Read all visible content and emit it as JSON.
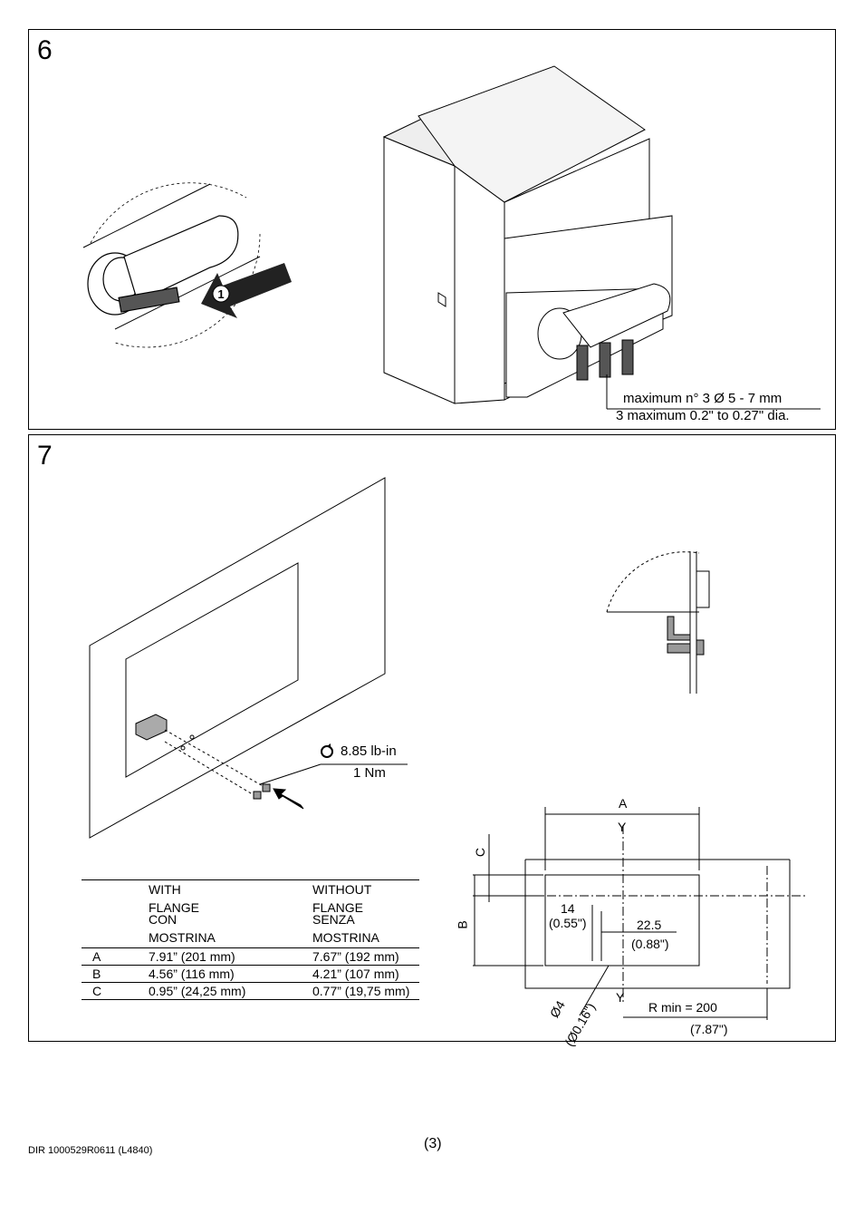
{
  "step6": {
    "number": "6",
    "callout_marker": "1",
    "cable_note_line1": "maximum n° 3 Ø 5 - 7 mm",
    "cable_note_line2": "3 maximum 0.2\" to 0.27\" dia."
  },
  "step7": {
    "number": "7",
    "torque_lbin": "8.85 lb-in",
    "torque_nm": "1 Nm",
    "table": {
      "header_with": [
        "WITH",
        "FLANGE",
        "CON",
        "MOSTRINA"
      ],
      "header_without": [
        "WITHOUT",
        "FLANGE",
        "SENZA",
        "MOSTRINA"
      ],
      "rows": [
        {
          "label": "A",
          "with": "7.91” (201 mm)",
          "without": "7.67” (192 mm)"
        },
        {
          "label": "B",
          "with": "4.56” (116 mm)",
          "without": "4.21” (107 mm)"
        },
        {
          "label": "C",
          "with": "0.95” (24,25 mm)",
          "without": "0.77” (19,75 mm)"
        }
      ]
    },
    "drawing": {
      "dim_a": "A",
      "axis_y_top": "Y",
      "axis_y_bottom": "Y",
      "dim_c": "C",
      "dim_b": "B",
      "dim_14": "14",
      "dim_14_in": "(0.55\")",
      "dim_22": "22.5",
      "dim_22_in": "(0.88\")",
      "dim_hole": "Ø4",
      "dim_hole_in": "(Ø0.16\")",
      "dim_r": "R min = 200",
      "dim_r_in": "(7.87\")"
    }
  },
  "footer": {
    "doc_code": "DIR 1000529R0611 (L4840)",
    "page": "(3)"
  }
}
